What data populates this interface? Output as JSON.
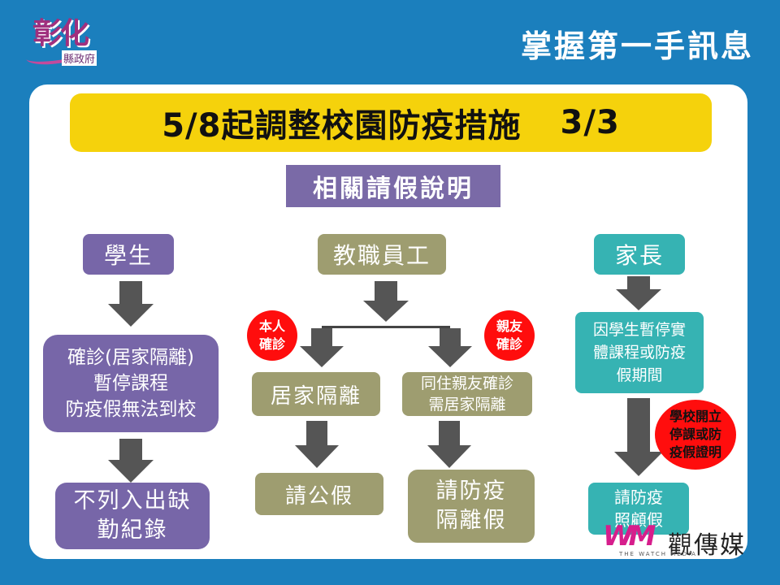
{
  "header": {
    "logo_text": "彰化",
    "logo_sub": "縣政府",
    "tagline": "掌握第一手訊息"
  },
  "title": {
    "main": "5/8起調整校園防疫措施",
    "page": "3/3"
  },
  "section_heading": "相關請假說明",
  "columns": {
    "student": {
      "header": "學生",
      "step1": "確診(居家隔離)\n暫停課程\n防疫假無法到校",
      "step2": "不列入出缺\n勤紀錄"
    },
    "staff": {
      "header": "教職員工",
      "badge_left": "本人\n確診",
      "badge_right": "親友\n確診",
      "left_step1": "居家隔離",
      "left_step2": "請公假",
      "right_step1": "同住親友確診\n需居家隔離",
      "right_step2": "請防疫\n隔離假"
    },
    "parent": {
      "header": "家長",
      "step1": "因學生暫停實\n體課程或防疫\n假期間",
      "badge": "學校開立\n停課或防\n疫假證明",
      "step2": "請防疫\n照顧假"
    }
  },
  "watermark": {
    "logo": "WM",
    "name": "觀傳媒",
    "tagline": "THE WATCH MEDIA"
  },
  "colors": {
    "background": "#1b7fbd",
    "banner": "#f5d20c",
    "purple": "#7766a8",
    "olive": "#9e9d70",
    "teal": "#36b3b3",
    "badge": "#ff0d0d",
    "arrow": "#555555"
  }
}
